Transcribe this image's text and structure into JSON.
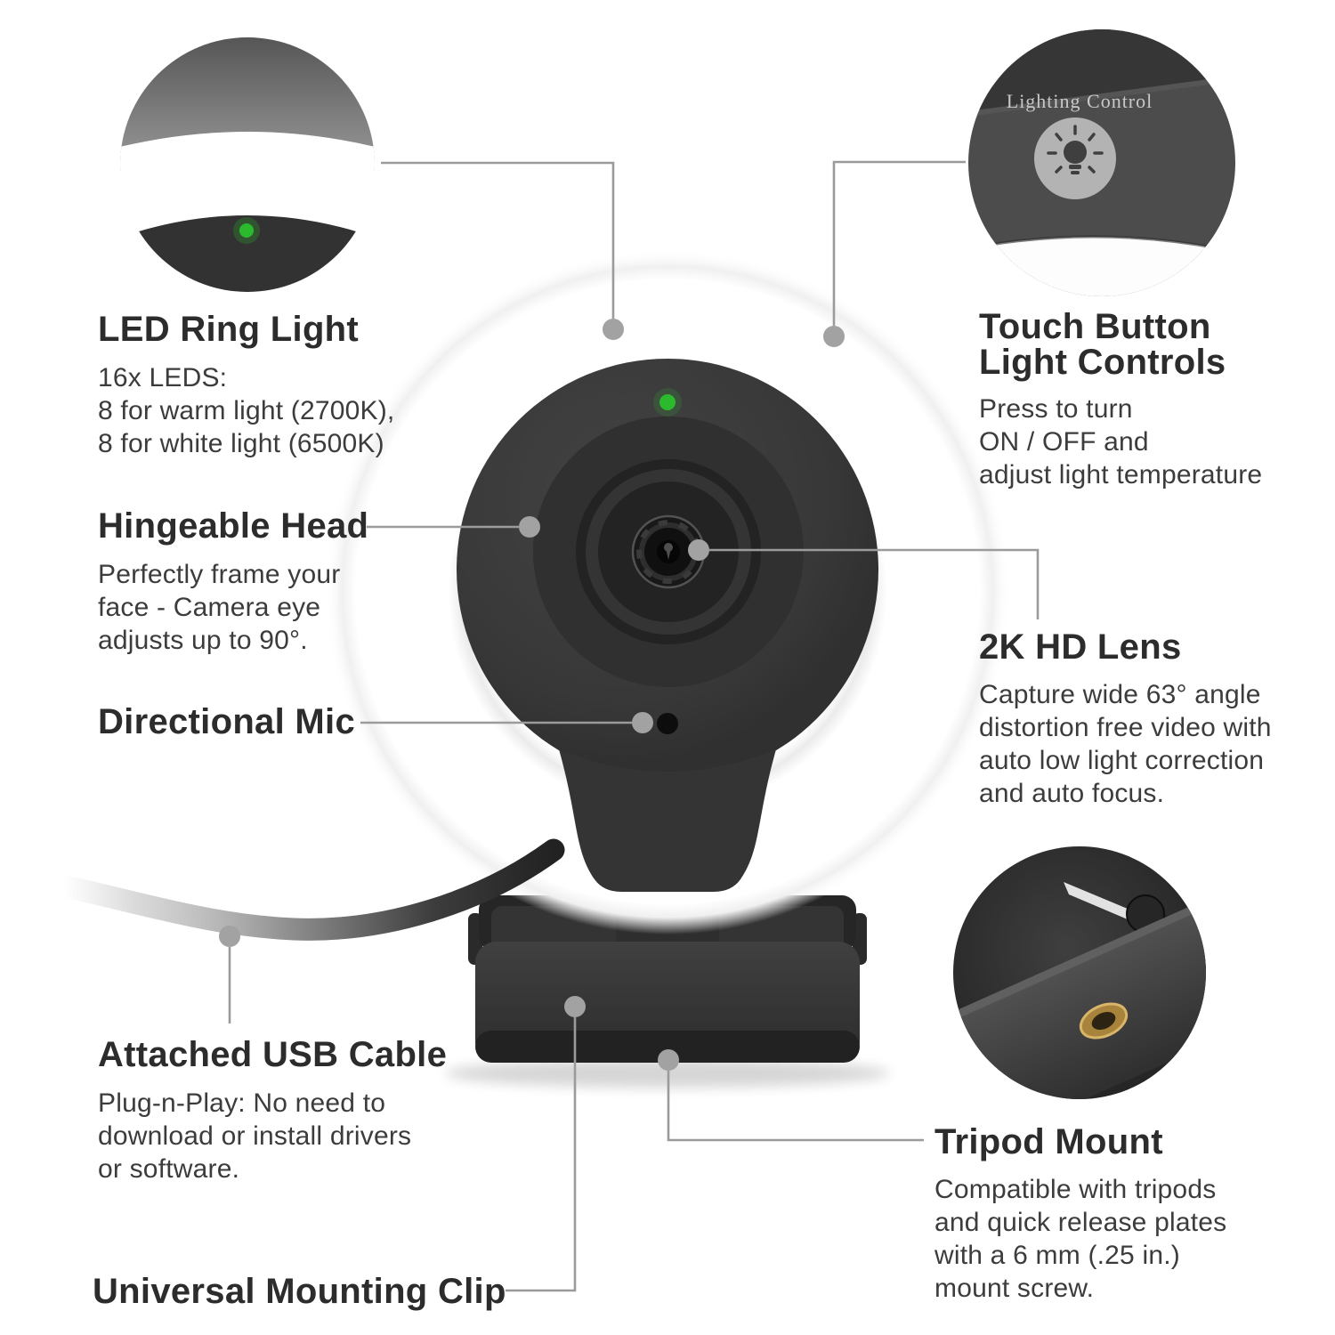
{
  "figure": {
    "kind": "product-feature-callout-diagram"
  },
  "callouts": {
    "led_ring_light": {
      "title": "LED Ring Light",
      "body": "16x LEDS:\n8 for warm light (2700K),\n8 for white light (6500K)"
    },
    "hingeable_head": {
      "title": "Hingeable Head",
      "body": "Perfectly frame your\nface - Camera eye\nadjusts up to 90°."
    },
    "directional_mic": {
      "title": "Directional Mic"
    },
    "attached_usb_cable": {
      "title": "Attached USB Cable",
      "body": "Plug-n-Play: No need to\ndownload or install drivers\nor software."
    },
    "universal_mounting_clip": {
      "title": "Universal Mounting Clip"
    },
    "touch_button_light_controls": {
      "title": "Touch Button\nLight Controls",
      "body": "Press to turn\nON / OFF and\nadjust light temperature"
    },
    "lens_2k_hd": {
      "title": "2K HD Lens",
      "body": "Capture wide 63° angle\ndistortion free video with\nauto low light correction\nand auto focus."
    },
    "tripod_mount": {
      "title": "Tripod Mount",
      "body": "Compatible with tripods\nand quick release plates\nwith a 6 mm (.25 in.)\nmount screw."
    }
  },
  "insets": {
    "lighting_control_label": "Lighting Control"
  },
  "icons": {
    "lighting_control_button": "lightbulb-icon",
    "power_indicator": "green-led-dot"
  },
  "colors": {
    "accent_green": "#2db92d",
    "leader_gray": "#9b9b9b",
    "title_text": "#2c2c2c",
    "body_text": "#3c3c3c",
    "product_dark": "#363636",
    "gold_screw": "#c9a14e",
    "inset_label_gray": "#c8c8c8"
  }
}
